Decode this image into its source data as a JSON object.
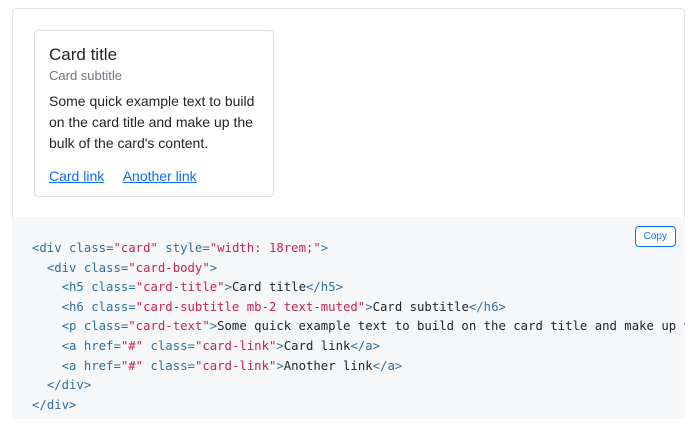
{
  "card": {
    "title": "Card title",
    "subtitle": "Card subtitle",
    "text": "Some quick example text to build on the card title and make up the bulk of the card's content.",
    "links": [
      "Card link",
      "Another link"
    ]
  },
  "copy_button": {
    "label": "Copy"
  },
  "colors": {
    "link": "#0d6efd",
    "muted": "#6c757d",
    "code_bg": "#f6f7f8",
    "code_tag": "#2f6f9f",
    "code_string": "#c7254e"
  },
  "code": {
    "lines": [
      [
        {
          "t": "<",
          "c": "tag"
        },
        {
          "t": "div",
          "c": "tag"
        },
        {
          "t": " ",
          "c": ""
        },
        {
          "t": "class",
          "c": "attr"
        },
        {
          "t": "=",
          "c": "tag"
        },
        {
          "t": "\"card\"",
          "c": "str"
        },
        {
          "t": " ",
          "c": ""
        },
        {
          "t": "style",
          "c": "attr"
        },
        {
          "t": "=",
          "c": "tag"
        },
        {
          "t": "\"width: 18rem;\"",
          "c": "str"
        },
        {
          "t": ">",
          "c": "tag"
        }
      ],
      [
        {
          "t": "  ",
          "c": ""
        },
        {
          "t": "<",
          "c": "tag"
        },
        {
          "t": "div",
          "c": "tag"
        },
        {
          "t": " ",
          "c": ""
        },
        {
          "t": "class",
          "c": "attr"
        },
        {
          "t": "=",
          "c": "tag"
        },
        {
          "t": "\"card-body\"",
          "c": "str"
        },
        {
          "t": ">",
          "c": "tag"
        }
      ],
      [
        {
          "t": "    ",
          "c": ""
        },
        {
          "t": "<",
          "c": "tag"
        },
        {
          "t": "h5",
          "c": "tag"
        },
        {
          "t": " ",
          "c": ""
        },
        {
          "t": "class",
          "c": "attr"
        },
        {
          "t": "=",
          "c": "tag"
        },
        {
          "t": "\"card-title\"",
          "c": "str"
        },
        {
          "t": ">",
          "c": "tag"
        },
        {
          "t": "Card title",
          "c": ""
        },
        {
          "t": "</",
          "c": "tag"
        },
        {
          "t": "h5",
          "c": "tag"
        },
        {
          "t": ">",
          "c": "tag"
        }
      ],
      [
        {
          "t": "    ",
          "c": ""
        },
        {
          "t": "<",
          "c": "tag"
        },
        {
          "t": "h6",
          "c": "tag"
        },
        {
          "t": " ",
          "c": ""
        },
        {
          "t": "class",
          "c": "attr"
        },
        {
          "t": "=",
          "c": "tag"
        },
        {
          "t": "\"card-subtitle mb-2 text-muted\"",
          "c": "str"
        },
        {
          "t": ">",
          "c": "tag"
        },
        {
          "t": "Card subtitle",
          "c": ""
        },
        {
          "t": "</",
          "c": "tag"
        },
        {
          "t": "h6",
          "c": "tag"
        },
        {
          "t": ">",
          "c": "tag"
        }
      ],
      [
        {
          "t": "    ",
          "c": ""
        },
        {
          "t": "<",
          "c": "tag"
        },
        {
          "t": "p",
          "c": "tag"
        },
        {
          "t": " ",
          "c": ""
        },
        {
          "t": "class",
          "c": "attr"
        },
        {
          "t": "=",
          "c": "tag"
        },
        {
          "t": "\"card-text\"",
          "c": "str"
        },
        {
          "t": ">",
          "c": "tag"
        },
        {
          "t": "Some quick example text to build on the card title and make up th",
          "c": ""
        }
      ],
      [
        {
          "t": "    ",
          "c": ""
        },
        {
          "t": "<",
          "c": "tag"
        },
        {
          "t": "a",
          "c": "tag"
        },
        {
          "t": " ",
          "c": ""
        },
        {
          "t": "href",
          "c": "attr"
        },
        {
          "t": "=",
          "c": "tag"
        },
        {
          "t": "\"#\"",
          "c": "str"
        },
        {
          "t": " ",
          "c": ""
        },
        {
          "t": "class",
          "c": "attr"
        },
        {
          "t": "=",
          "c": "tag"
        },
        {
          "t": "\"card-link\"",
          "c": "str"
        },
        {
          "t": ">",
          "c": "tag"
        },
        {
          "t": "Card link",
          "c": ""
        },
        {
          "t": "</",
          "c": "tag"
        },
        {
          "t": "a",
          "c": "tag"
        },
        {
          "t": ">",
          "c": "tag"
        }
      ],
      [
        {
          "t": "    ",
          "c": ""
        },
        {
          "t": "<",
          "c": "tag"
        },
        {
          "t": "a",
          "c": "tag"
        },
        {
          "t": " ",
          "c": ""
        },
        {
          "t": "href",
          "c": "attr"
        },
        {
          "t": "=",
          "c": "tag"
        },
        {
          "t": "\"#\"",
          "c": "str"
        },
        {
          "t": " ",
          "c": ""
        },
        {
          "t": "class",
          "c": "attr"
        },
        {
          "t": "=",
          "c": "tag"
        },
        {
          "t": "\"card-link\"",
          "c": "str"
        },
        {
          "t": ">",
          "c": "tag"
        },
        {
          "t": "Another link",
          "c": ""
        },
        {
          "t": "</",
          "c": "tag"
        },
        {
          "t": "a",
          "c": "tag"
        },
        {
          "t": ">",
          "c": "tag"
        }
      ],
      [
        {
          "t": "  ",
          "c": ""
        },
        {
          "t": "</",
          "c": "tag"
        },
        {
          "t": "div",
          "c": "tag"
        },
        {
          "t": ">",
          "c": "tag"
        }
      ],
      [
        {
          "t": "</",
          "c": "tag"
        },
        {
          "t": "div",
          "c": "tag"
        },
        {
          "t": ">",
          "c": "tag"
        }
      ]
    ]
  }
}
